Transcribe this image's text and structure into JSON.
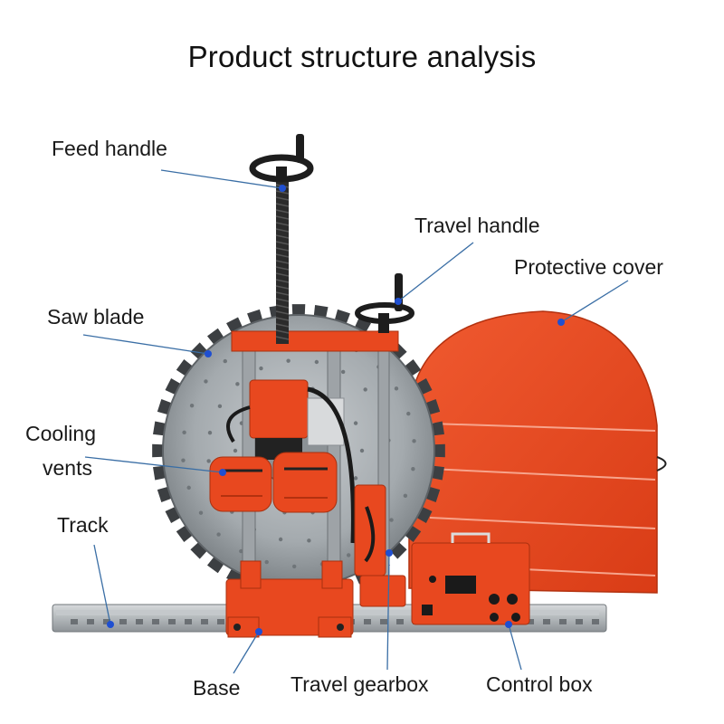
{
  "title": "Product structure analysis",
  "labels": {
    "feed_handle": "Feed handle",
    "travel_handle": "Travel handle",
    "protective_cover": "Protective cover",
    "saw_blade": "Saw blade",
    "cooling_vents_line1": "Cooling",
    "cooling_vents_line2": "vents",
    "track": "Track",
    "base": "Base",
    "travel_gearbox": "Travel gearbox",
    "control_box": "Control box"
  },
  "colors": {
    "machine_orange": "#e8481f",
    "cover_orange": "#ec4a24",
    "blade_gray": "#9aa1a6",
    "leader_line": "#3a6ea5",
    "leader_dot": "#1f4fd1"
  }
}
